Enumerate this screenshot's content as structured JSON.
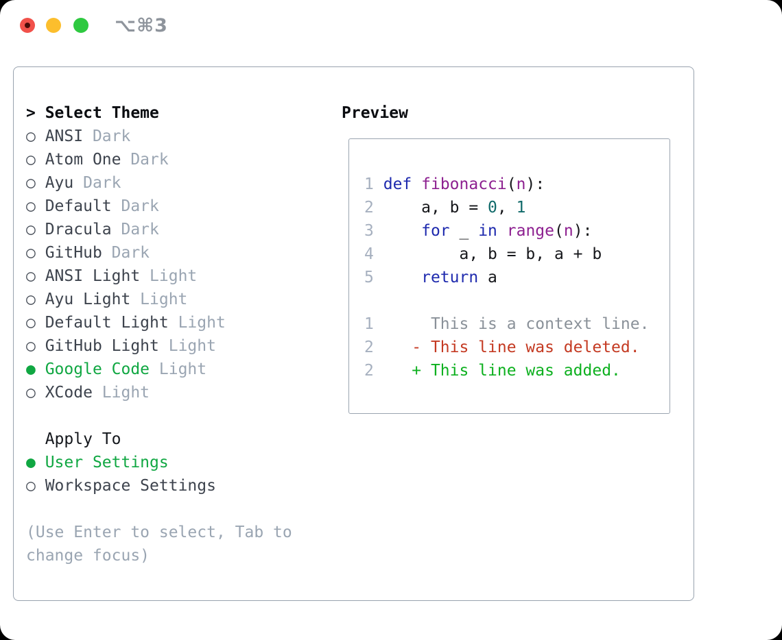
{
  "window": {
    "title": "⌥⌘3",
    "traffic_lights": [
      "close",
      "minimize",
      "maximize"
    ]
  },
  "theme_panel": {
    "title_marker": ">",
    "title": "Select Theme",
    "themes": [
      {
        "marker": "○",
        "name": "ANSI",
        "tag": "Dark",
        "selected": false
      },
      {
        "marker": "○",
        "name": "Atom One",
        "tag": "Dark",
        "selected": false
      },
      {
        "marker": "○",
        "name": "Ayu",
        "tag": "Dark",
        "selected": false
      },
      {
        "marker": "○",
        "name": "Default",
        "tag": "Dark",
        "selected": false
      },
      {
        "marker": "○",
        "name": "Dracula",
        "tag": "Dark",
        "selected": false
      },
      {
        "marker": "○",
        "name": "GitHub",
        "tag": "Dark",
        "selected": false
      },
      {
        "marker": "○",
        "name": "ANSI Light",
        "tag": "Light",
        "selected": false
      },
      {
        "marker": "○",
        "name": "Ayu Light",
        "tag": "Light",
        "selected": false
      },
      {
        "marker": "○",
        "name": "Default Light",
        "tag": "Light",
        "selected": false
      },
      {
        "marker": "○",
        "name": "GitHub Light",
        "tag": "Light",
        "selected": false
      },
      {
        "marker": "●",
        "name": "Google Code",
        "tag": "Light",
        "selected": true
      },
      {
        "marker": "○",
        "name": "XCode",
        "tag": "Light",
        "selected": false
      }
    ],
    "apply_to": {
      "title": "Apply To",
      "options": [
        {
          "marker": "●",
          "label": "User Settings",
          "selected": true
        },
        {
          "marker": "○",
          "label": "Workspace Settings",
          "selected": false
        }
      ]
    },
    "help_lines": [
      "(Use Enter to select, Tab to",
      "change focus)"
    ]
  },
  "preview": {
    "title": "Preview",
    "lines": [
      [],
      [
        {
          "c": "ln",
          "t": "1"
        },
        {
          "c": "pl",
          "t": " "
        },
        {
          "c": "kw",
          "t": "def"
        },
        {
          "c": "pl",
          "t": " "
        },
        {
          "c": "fn",
          "t": "fibonacci"
        },
        {
          "c": "pl",
          "t": "("
        },
        {
          "c": "fn",
          "t": "n"
        },
        {
          "c": "pl",
          "t": "):"
        }
      ],
      [
        {
          "c": "ln",
          "t": "2"
        },
        {
          "c": "pl",
          "t": "     a, b = "
        },
        {
          "c": "lit",
          "t": "0"
        },
        {
          "c": "pl",
          "t": ", "
        },
        {
          "c": "lit",
          "t": "1"
        }
      ],
      [
        {
          "c": "ln",
          "t": "3"
        },
        {
          "c": "pl",
          "t": "     "
        },
        {
          "c": "kw",
          "t": "for"
        },
        {
          "c": "pl",
          "t": " _ "
        },
        {
          "c": "kw",
          "t": "in"
        },
        {
          "c": "pl",
          "t": " "
        },
        {
          "c": "fn",
          "t": "range"
        },
        {
          "c": "pl",
          "t": "("
        },
        {
          "c": "fn",
          "t": "n"
        },
        {
          "c": "pl",
          "t": "):"
        }
      ],
      [
        {
          "c": "ln",
          "t": "4"
        },
        {
          "c": "pl",
          "t": "         a, b = b, a + b"
        }
      ],
      [
        {
          "c": "ln",
          "t": "5"
        },
        {
          "c": "pl",
          "t": "     "
        },
        {
          "c": "kw",
          "t": "return"
        },
        {
          "c": "pl",
          "t": " a"
        }
      ],
      [],
      [
        {
          "c": "ln",
          "t": "1"
        },
        {
          "c": "ctx",
          "t": "      This is a context line."
        }
      ],
      [
        {
          "c": "ln",
          "t": "2"
        },
        {
          "c": "del",
          "t": "    - This line was deleted."
        }
      ],
      [
        {
          "c": "ln",
          "t": "2"
        },
        {
          "c": "add",
          "t": "    + This line was added."
        }
      ]
    ]
  },
  "colors": {
    "selected_green": "#10a742",
    "added_green": "#0db01f",
    "deleted_red": "#c43a22",
    "keyword_blue": "#1e2aae",
    "function_purple": "#8d2090",
    "literal_teal": "#0f6969",
    "muted_gray": "#9aa5b2",
    "panel_border": "#98a2ae",
    "traffic_red": "#f1514a",
    "traffic_yellow": "#fcbe2d",
    "traffic_green": "#2ec940"
  }
}
